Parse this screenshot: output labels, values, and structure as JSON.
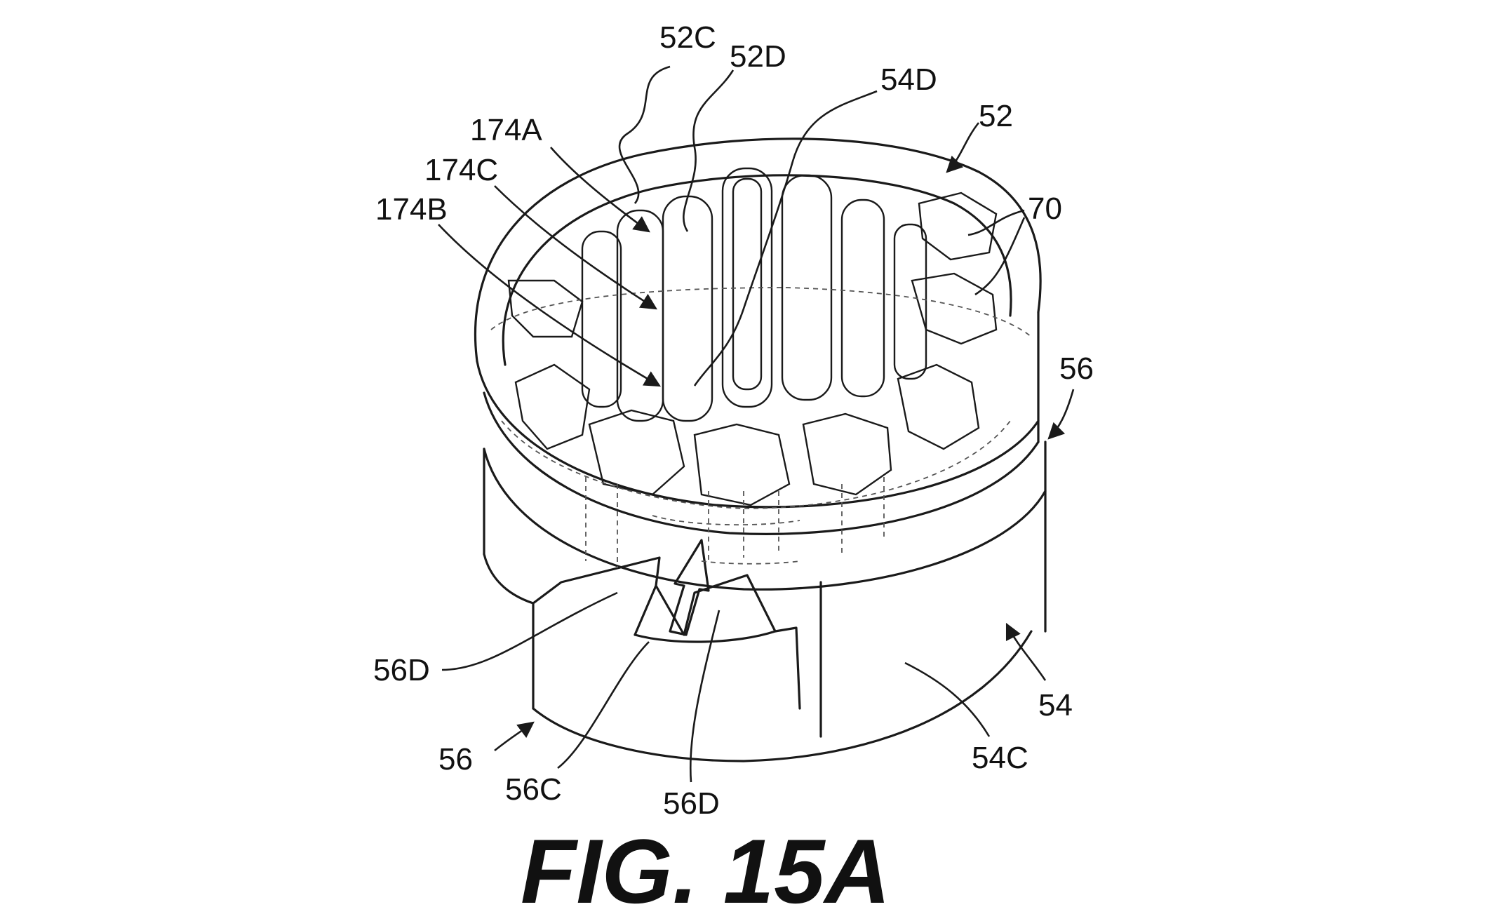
{
  "figure": {
    "caption": "FIG. 15A",
    "labels": {
      "l52C": "52C",
      "l52D": "52D",
      "l54D": "54D",
      "l52": "52",
      "l174A": "174A",
      "l174C": "174C",
      "l174B": "174B",
      "l70": "70",
      "l56_right": "56",
      "l56D_left": "56D",
      "l54": "54",
      "l56_left": "56",
      "l56C": "56C",
      "l56D_bottom": "56D",
      "l54C": "54C"
    }
  },
  "colors": {
    "ink": "#1a1a1a",
    "background": "#ffffff"
  }
}
